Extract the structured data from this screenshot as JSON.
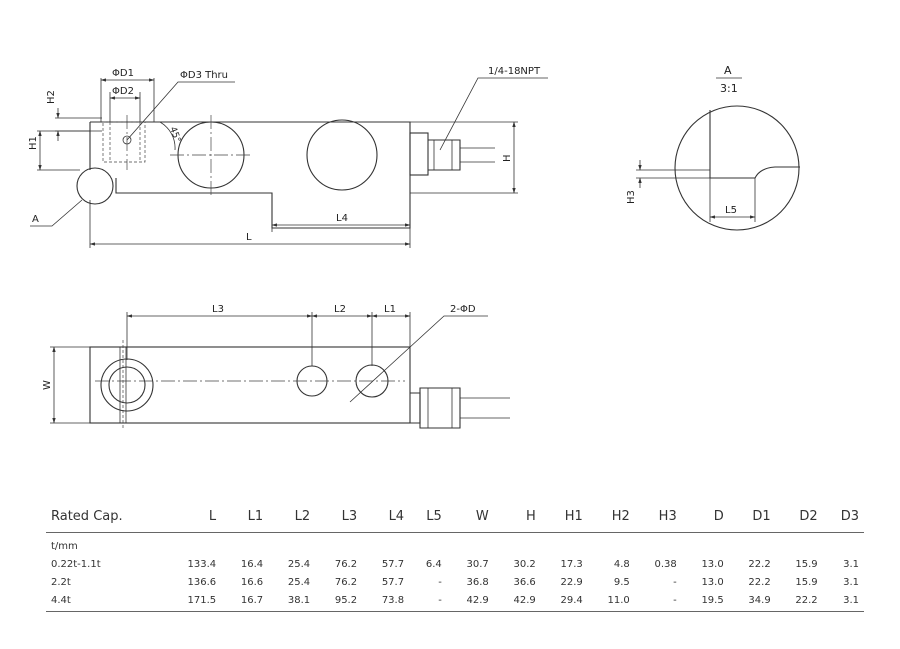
{
  "labels": {
    "d1": "ΦD1",
    "d2": "ΦD2",
    "d3": "ΦD3 Thru",
    "npt": "1/4-18NPT",
    "h2": "H2",
    "h1": "H1",
    "h": "H",
    "angle": "45°",
    "a_callout": "A",
    "l": "L",
    "l4": "L4",
    "l3": "L3",
    "l2": "L2",
    "l1": "L1",
    "phi_d": "2-ΦD",
    "w": "W",
    "detail_name": "A",
    "detail_scale": "3:1",
    "h3": "H3",
    "l5": "L5"
  },
  "table": {
    "headers": [
      "Rated Cap.",
      "L",
      "L1",
      "L2",
      "L3",
      "L4",
      "L5",
      "W",
      "H",
      "H1",
      "H2",
      "H3",
      "D",
      "D1",
      "D2",
      "D3"
    ],
    "unit": "t/mm",
    "rows": [
      [
        "0.22t-1.1t",
        "133.4",
        "16.4",
        "25.4",
        "76.2",
        "57.7",
        "6.4",
        "30.7",
        "30.2",
        "17.3",
        "4.8",
        "0.38",
        "13.0",
        "22.2",
        "15.9",
        "3.1"
      ],
      [
        "2.2t",
        "136.6",
        "16.6",
        "25.4",
        "76.2",
        "57.7",
        "-",
        "36.8",
        "36.6",
        "22.9",
        "9.5",
        "-",
        "13.0",
        "22.2",
        "15.9",
        "3.1"
      ],
      [
        "4.4t",
        "171.5",
        "16.7",
        "38.1",
        "95.2",
        "73.8",
        "-",
        "42.9",
        "42.9",
        "29.4",
        "11.0",
        "-",
        "19.5",
        "34.9",
        "22.2",
        "3.1"
      ]
    ]
  }
}
